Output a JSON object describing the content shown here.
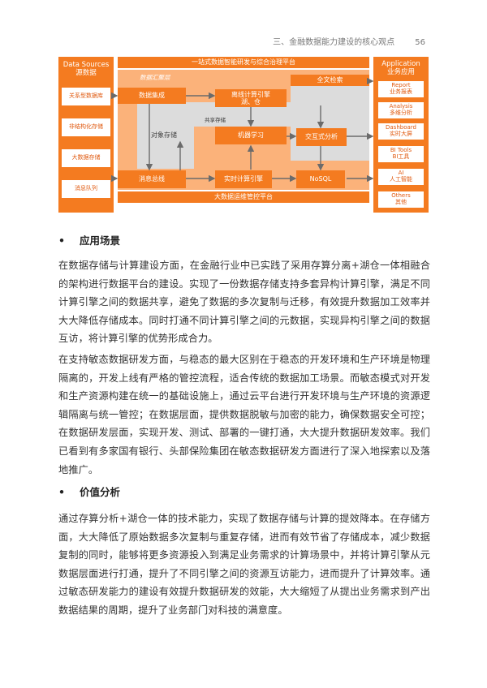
{
  "header": {
    "section": "三、金融数据能力建设的核心观点",
    "page_number": "56"
  },
  "diagram": {
    "left_panel": {
      "title": "Data Sources\n源数据",
      "items": [
        "关系型数据库",
        "非结构化存储",
        "大数据存储",
        "消息队列"
      ]
    },
    "top_bar": "一站式数据智能研发与综合治理平台",
    "data_lake_label": "数据汇聚层",
    "blocks": {
      "integration": "数据集成",
      "fulltext": "全文检索",
      "offline": "离线计算引擎\n湖、仓",
      "object_storage": "对象存储",
      "shared_storage": "共享存储",
      "ml": "机器学习",
      "interactive": "交互式分析",
      "msg_bus": "消息总线",
      "realtime": "实时计算引擎",
      "nosql": "NoSQL"
    },
    "bottom_bar": "大数据运维管控平台",
    "right_panel": {
      "title": "Application\n业务应用",
      "items": [
        {
          "en": "Report",
          "cn": "业务报表"
        },
        {
          "en": "Analysis",
          "cn": "多维分析"
        },
        {
          "en": "Dashboard",
          "cn": "实时大屏"
        },
        {
          "en": "BI Tools",
          "cn": "BI工具"
        },
        {
          "en": "AI",
          "cn": "人工智能"
        },
        {
          "en": "Others",
          "cn": "其他"
        }
      ]
    }
  },
  "sections": [
    {
      "heading": "应用场景",
      "paragraphs": [
        "在数据存储与计算建设方面，在金融行业中已实践了采用存算分离+湖仓一体相融合的架构进行数据平台的建设。实现了一份数据存储支持多套异构计算引擎，满足不同计算引擎之间的数据共享，避免了数据的多次复制与迁移，有效提升数据加工效率并大大降低存储成本。同时打通不同计算引擎之间的元数据，实现异构引擎之间的数据互访，将计算引擎的优势形成合力。",
        "在支持敏态数据研发方面，与稳态的最大区别在于稳态的开发环境和生产环境是物理隔离的，开发上线有严格的管控流程，适合传统的数据加工场景。而敏态模式对开发和生产资源构建在统一的基础设施上，通过云平台进行开发环境与生产环境的资源逻辑隔离与统一管控；在数据层面，提供数据脱敏与加密的能力，确保数据安全可控；在数据研发层面，实现开发、测试、部署的一键打通，大大提升数据研发效率。我们已看到有多家国有银行、头部保险集团在敏态数据研发方面进行了深入地探索以及落地推广。"
      ]
    },
    {
      "heading": "价值分析",
      "paragraphs": [
        "通过存算分析+湖仓一体的技术能力，实现了数据存储与计算的提效降本。在存储方面，大大降低了原始数据多次复制与重复存储，进而有效节省了存储成本，减少数据复制的同时，能够将更多资源投入到满足业务需求的计算场景中，并将计算引擎从元数据层面进行打通，提升了不同引擎之间的资源互访能力，进而提升了计算效率。通过敏态研发能力的建设有效提升数据研发的效能，大大缩短了从提出业务需求到产出数据结果的周期，提升了业务部门对科技的满意度。"
      ]
    }
  ],
  "colors": {
    "accent": "#f47b20",
    "light_accent": "#fbb27a",
    "gray": "#dcdcdc"
  }
}
